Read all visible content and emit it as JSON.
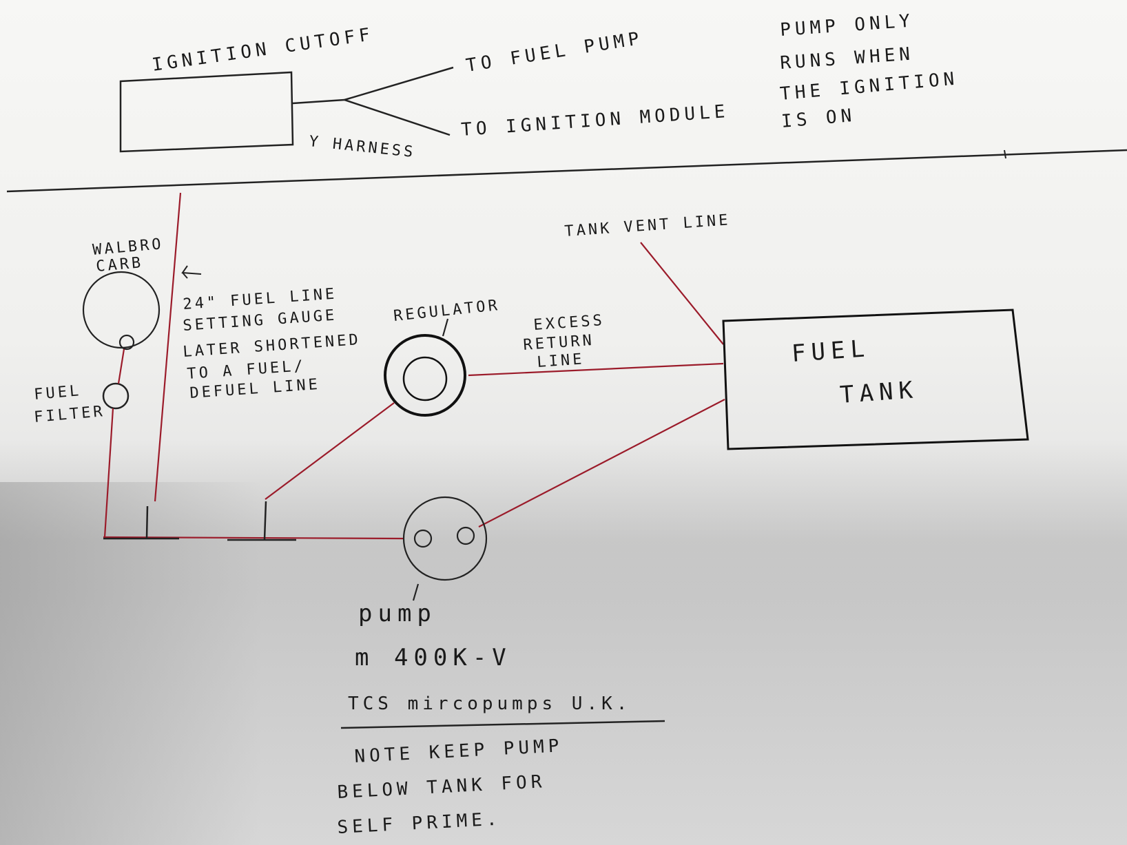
{
  "ignition": {
    "title": "IGNITION CUTOFF",
    "harness": "Y HARNESS",
    "to_pump": "TO FUEL PUMP",
    "to_module": "TO IGNITION MODULE"
  },
  "pump_note": [
    "PUMP ONLY",
    "RUNS WHEN",
    "THE IGNITION",
    "IS ON"
  ],
  "carb": [
    "WALBRO",
    "CARB"
  ],
  "fuel_line": [
    "24\" FUEL LINE",
    "SETTING GAUGE",
    "LATER SHORTENED",
    "TO A FUEL/",
    "DEFUEL LINE"
  ],
  "filter": [
    "FUEL",
    "FILTER"
  ],
  "regulator": "REGULATOR",
  "excess": [
    "EXCESS",
    "RETURN",
    "LINE"
  ],
  "vent": "TANK VENT LINE",
  "tank": [
    "FUEL",
    "TANK"
  ],
  "pump": {
    "label": "pump",
    "model": "m 400K-V",
    "maker": "TCS mircopumps U.K."
  },
  "note": [
    "NOTE KEEP PUMP",
    "BELOW TANK FOR",
    "SELF PRIME."
  ],
  "colors": {
    "ink": "#1a1a1a",
    "red_line": "#9b1b2a"
  }
}
